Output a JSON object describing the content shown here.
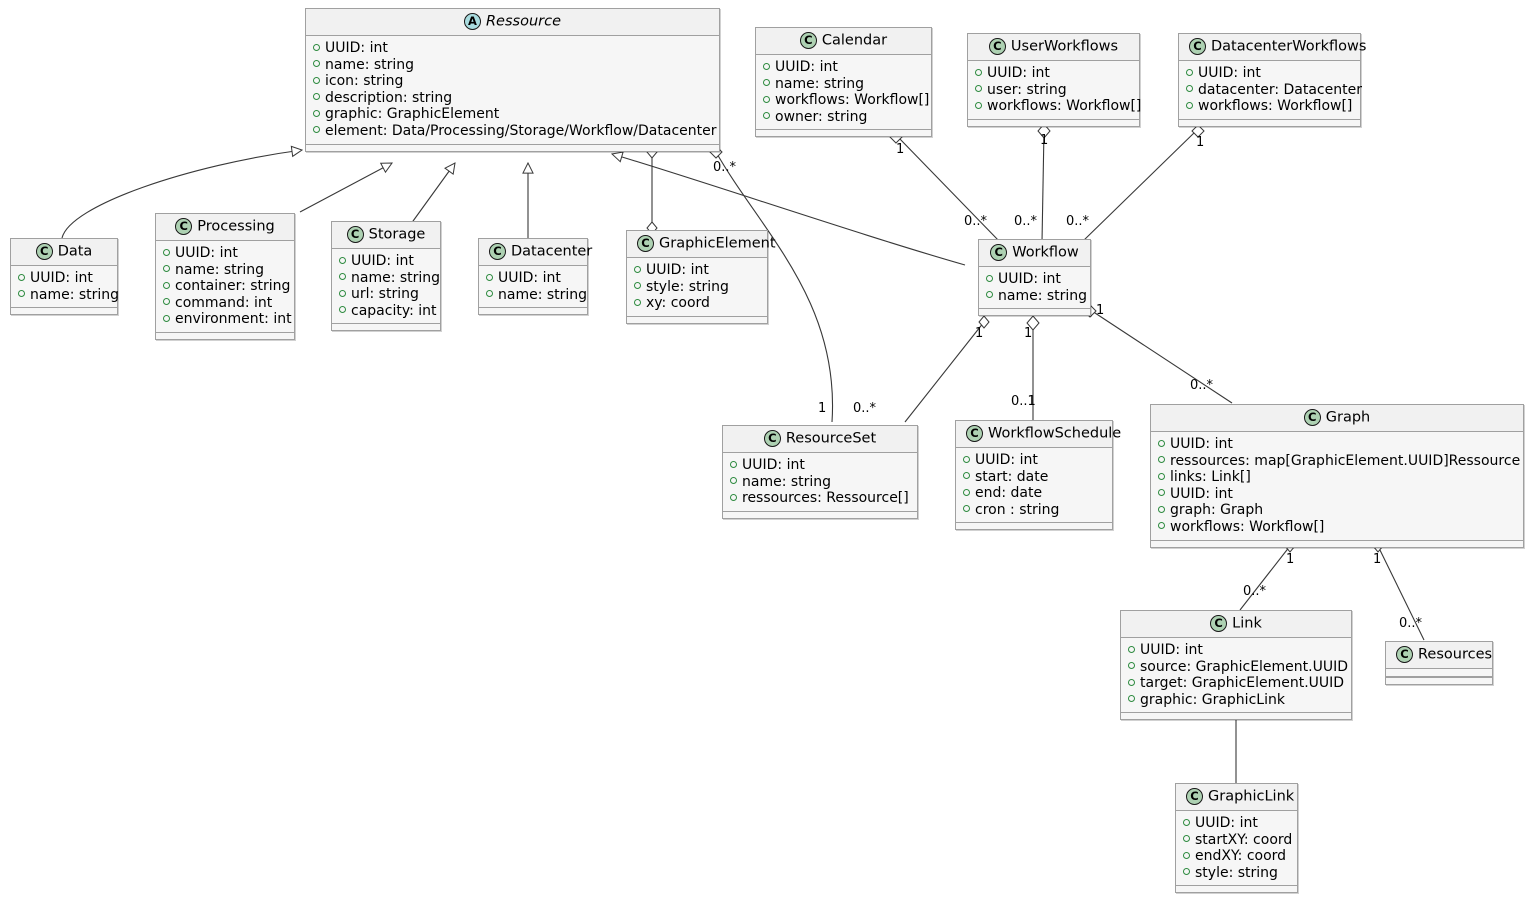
{
  "diagram": {
    "type": "uml-class-diagram",
    "classes": [
      {
        "id": "ressource",
        "name": "Ressource",
        "stereotype": "A",
        "abstract": true,
        "attributes": [
          "UUID: int",
          "name: string",
          "icon: string",
          "description: string",
          "graphic: GraphicElement",
          "element: Data/Processing/Storage/Workflow/Datacenter"
        ]
      },
      {
        "id": "data",
        "name": "Data",
        "stereotype": "C",
        "abstract": false,
        "attributes": [
          "UUID: int",
          "name: string"
        ]
      },
      {
        "id": "processing",
        "name": "Processing",
        "stereotype": "C",
        "abstract": false,
        "attributes": [
          "UUID: int",
          "name: string",
          "container: string",
          "command: int",
          "environment: int"
        ]
      },
      {
        "id": "storage",
        "name": "Storage",
        "stereotype": "C",
        "abstract": false,
        "attributes": [
          "UUID: int",
          "name: string",
          "url: string",
          "capacity: int"
        ]
      },
      {
        "id": "datacenter",
        "name": "Datacenter",
        "stereotype": "C",
        "abstract": false,
        "attributes": [
          "UUID: int",
          "name: string"
        ]
      },
      {
        "id": "graphicelement",
        "name": "GraphicElement",
        "stereotype": "C",
        "abstract": false,
        "attributes": [
          "UUID: int",
          "style: string",
          "xy: coord"
        ]
      },
      {
        "id": "calendar",
        "name": "Calendar",
        "stereotype": "C",
        "abstract": false,
        "attributes": [
          "UUID: int",
          "name: string",
          "workflows: Workflow[]",
          "owner: string"
        ]
      },
      {
        "id": "userworkflows",
        "name": "UserWorkflows",
        "stereotype": "C",
        "abstract": false,
        "attributes": [
          "UUID: int",
          "user: string",
          "workflows: Workflow[]"
        ]
      },
      {
        "id": "datacenterworkflows",
        "name": "DatacenterWorkflows",
        "stereotype": "C",
        "abstract": false,
        "attributes": [
          "UUID: int",
          "datacenter: Datacenter",
          "workflows: Workflow[]"
        ]
      },
      {
        "id": "workflow",
        "name": "Workflow",
        "stereotype": "C",
        "abstract": false,
        "attributes": [
          "UUID: int",
          "name: string"
        ]
      },
      {
        "id": "resourceset",
        "name": "ResourceSet",
        "stereotype": "C",
        "abstract": false,
        "attributes": [
          "UUID: int",
          "name: string",
          "ressources: Ressource[]"
        ]
      },
      {
        "id": "workflowschedule",
        "name": "WorkflowSchedule",
        "stereotype": "C",
        "abstract": false,
        "attributes": [
          "UUID: int",
          "start: date",
          "end: date",
          "cron : string"
        ]
      },
      {
        "id": "graph",
        "name": "Graph",
        "stereotype": "C",
        "abstract": false,
        "attributes": [
          "UUID: int",
          "ressources: map[GraphicElement.UUID]Ressource",
          "links: Link[]",
          "UUID: int",
          "graph: Graph",
          "workflows: Workflow[]"
        ]
      },
      {
        "id": "link",
        "name": "Link",
        "stereotype": "C",
        "abstract": false,
        "attributes": [
          "UUID: int",
          "source: GraphicElement.UUID",
          "target: GraphicElement.UUID",
          "graphic: GraphicLink"
        ]
      },
      {
        "id": "resources",
        "name": "Resources",
        "stereotype": "C",
        "abstract": false,
        "attributes": []
      },
      {
        "id": "graphiclink",
        "name": "GraphicLink",
        "stereotype": "C",
        "abstract": false,
        "attributes": [
          "UUID: int",
          "startXY: coord",
          "endXY: coord",
          "style: string"
        ]
      }
    ],
    "multiplicities": [
      {
        "id": "m-ressource-bottomright",
        "label": "0..*"
      },
      {
        "id": "m-calendar",
        "label": "1"
      },
      {
        "id": "m-userworkflows",
        "label": "1"
      },
      {
        "id": "m-datacenterworkflows",
        "label": "1"
      },
      {
        "id": "m-wf-calendar",
        "label": "0..*"
      },
      {
        "id": "m-wf-user",
        "label": "0..*"
      },
      {
        "id": "m-wf-datacenter",
        "label": "0..*"
      },
      {
        "id": "m-wf-resourceset",
        "label": "1"
      },
      {
        "id": "m-wf-schedule",
        "label": "1"
      },
      {
        "id": "m-wf-graph",
        "label": "1"
      },
      {
        "id": "m-resourceset-left",
        "label": "1"
      },
      {
        "id": "m-resourceset-right",
        "label": "0..*"
      },
      {
        "id": "m-schedule",
        "label": "0..1"
      },
      {
        "id": "m-graph",
        "label": "0..*"
      },
      {
        "id": "m-graph-link-1",
        "label": "1"
      },
      {
        "id": "m-graph-res-1",
        "label": "1"
      },
      {
        "id": "m-link",
        "label": "0..*"
      },
      {
        "id": "m-resources",
        "label": "0..*"
      }
    ],
    "relations": [
      {
        "from": "data",
        "to": "ressource",
        "kind": "generalization"
      },
      {
        "from": "processing",
        "to": "ressource",
        "kind": "generalization"
      },
      {
        "from": "storage",
        "to": "ressource",
        "kind": "generalization"
      },
      {
        "from": "datacenter",
        "to": "ressource",
        "kind": "generalization"
      },
      {
        "from": "workflow",
        "to": "ressource",
        "kind": "generalization"
      },
      {
        "from": "ressource",
        "to": "graphicelement",
        "kind": "aggregation"
      },
      {
        "from": "ressource",
        "to": "resourceset",
        "kind": "aggregation"
      },
      {
        "from": "calendar",
        "to": "workflow",
        "kind": "aggregation"
      },
      {
        "from": "userworkflows",
        "to": "workflow",
        "kind": "aggregation"
      },
      {
        "from": "datacenterworkflows",
        "to": "workflow",
        "kind": "aggregation"
      },
      {
        "from": "workflow",
        "to": "resourceset",
        "kind": "aggregation"
      },
      {
        "from": "workflow",
        "to": "workflowschedule",
        "kind": "aggregation"
      },
      {
        "from": "workflow",
        "to": "graph",
        "kind": "aggregation"
      },
      {
        "from": "graph",
        "to": "link",
        "kind": "aggregation"
      },
      {
        "from": "graph",
        "to": "resources",
        "kind": "aggregation"
      },
      {
        "from": "link",
        "to": "graphiclink",
        "kind": "association"
      }
    ],
    "colors": {
      "class_header": "#F1F1F1",
      "class_body": "#F6F6F6",
      "border": "#A0A0A0",
      "badge_class": "#ADD1B2",
      "badge_abstract": "#A9DCDF",
      "visibility_public": "#2E8B40",
      "line": "#383838"
    }
  }
}
